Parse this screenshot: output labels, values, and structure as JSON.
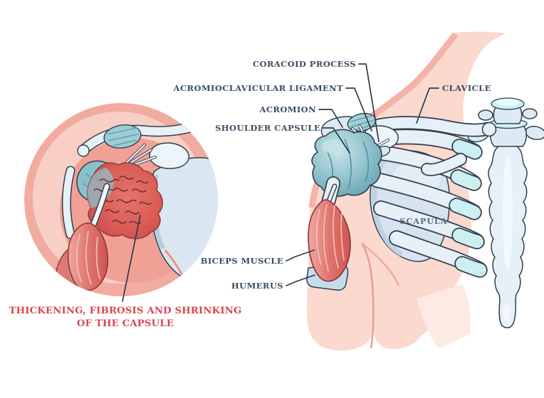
{
  "labels": {
    "coracoid_process": "CORACOID PROCESS",
    "acromioclavicular_ligament": "ACROMIOCLAVICULAR LIGAMENT",
    "acromion": "ACROMION",
    "shoulder_capsule": "SHOULDER CAPSULE",
    "clavicle": "CLAVICLE",
    "scapula": "SCAPULA",
    "biceps_muscle": "BICEPS MUSCLE",
    "humerus": "HUMERUS"
  },
  "caption": {
    "line1": "THICKENING, FIBROSIS AND SHRINKING",
    "line2": "OF THE CAPSULE"
  },
  "colors": {
    "label_text": "#3a4d61",
    "leader_line": "#2c3c4c",
    "caption_red": "#d5494e",
    "body_pink": "#fbd9cf",
    "body_pink_edge": "#f3b3a7",
    "bone_fill": "#e7eff7",
    "bone_outline": "#31404f",
    "cartilage_cyan": "#cdeff2",
    "capsule_teal": "#8fc2cb",
    "muscle_red": "#e07a73",
    "inflamed_red": "#da5c55",
    "inset_ring_pink": "#f1aba0"
  }
}
